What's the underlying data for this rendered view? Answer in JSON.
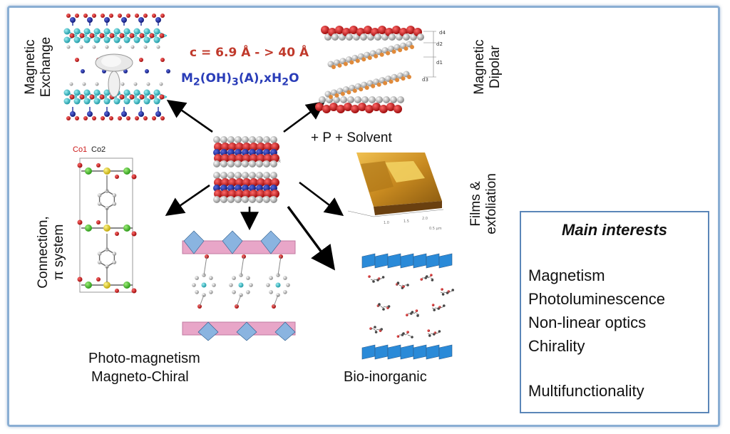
{
  "labels": {
    "magnetic_exchange": [
      "Magnetic",
      "Exchange"
    ],
    "magnetic_dipolar": [
      "Magnetic",
      "Dipolar"
    ],
    "films_exfoliation": [
      "Films &",
      "exfoliation"
    ],
    "connection_pi": [
      "Connection,",
      "π system"
    ],
    "photo_magnetism": "Photo-magnetism",
    "magneto_chiral": "Magneto-Chiral",
    "bio_inorganic": "Bio-inorganic",
    "p_solvent": "+ P + Solvent",
    "co1": "Co1",
    "co2": "Co2"
  },
  "formula": {
    "c_spacing": "c = 6.9 Å - > 40 Å",
    "c_color": "#c0392b",
    "m_part1": "M",
    "m_sub1": "2",
    "m_part2": "(OH)",
    "m_sub2": "3",
    "m_part3": "(A),xH",
    "m_sub3": "2",
    "m_part4": "O",
    "m_color": "#2a3db8"
  },
  "interests": {
    "title": "Main interests",
    "items": [
      "Magnetism",
      "Photoluminescence",
      "Non-linear optics",
      "Chirality"
    ],
    "extra": "Multifunctionality"
  },
  "colors": {
    "frame": "#8aaed3",
    "box_border": "#5b86b8",
    "oxygen_red": "#cc1a1a",
    "metal_cyan": "#3fbfc8",
    "nitrogen_blue": "#2030a0",
    "polyhedra_blue": "#2a8ad8",
    "pink_layer": "#e8a6c8",
    "afm_gold": "#d8a030"
  }
}
